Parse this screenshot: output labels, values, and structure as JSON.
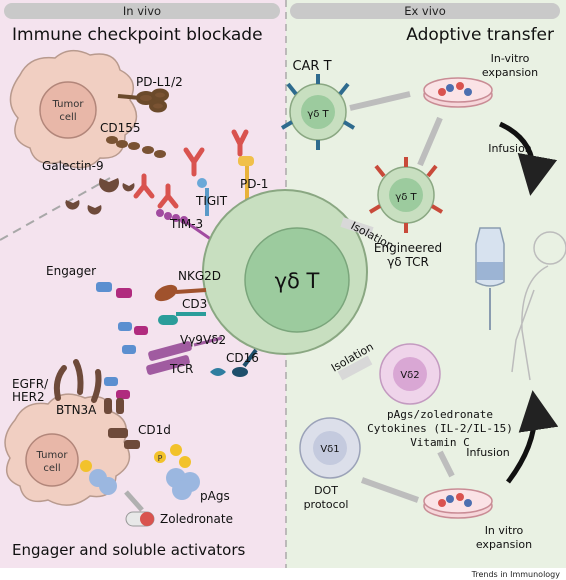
{
  "colors": {
    "invivo_bg": "#f4e3ee",
    "exvivo_bg": "#e9f1e3",
    "header_bg": "#c9c9c9",
    "gd_cell_outer": "#c8dfc0",
    "gd_cell_inner": "#9ccb9e",
    "tumor_cell": "#f1cfc2",
    "arrow_gray": "#bdbdbd"
  },
  "headers": {
    "in_vivo": "In vivo",
    "ex_vivo": "Ex vivo"
  },
  "sections": {
    "icb": "Immune checkpoint blockade",
    "adoptive": "Adoptive transfer",
    "engager": "Engager and soluble activators"
  },
  "central_cell": "γδ T",
  "receptors": {
    "pdl1": "PD-L1/2",
    "cd155": "CD155",
    "galectin9": "Galectin-9",
    "pd1": "PD-1",
    "tigit": "TIGIT",
    "tim3": "TIM-3",
    "nkg2d": "NKG2D",
    "cd3": "CD3",
    "vg9vd2": "Vγ9Vδ2",
    "tcr": "TCR",
    "cd16": "CD16",
    "engager": "Engager",
    "egfr1": "EGFR/",
    "egfr2": "HER2",
    "btn3a": "BTN3A",
    "cd1d": "CD1d"
  },
  "tumor_cell": {
    "line1": "Tumor",
    "line2": "cell"
  },
  "pags": "pAgs",
  "p_letter": "P",
  "zoledronate": "Zoledronate",
  "ex_vivo": {
    "car_t": "CAR T",
    "car_cell": "γδ T",
    "engineered_cell": "γδ T",
    "engineered1": "Engineered",
    "engineered2": "γδ TCR",
    "expansion_top1": "In-vitro",
    "expansion_top2": "expansion",
    "infusion_top": "Infusion",
    "isolation_top": "Isolation",
    "isolation_bottom": "Isolation",
    "vd2": "Vδ2",
    "vd1": "Vδ1",
    "activators1": "pAgs/zoledronate",
    "activators2": "Cytokines (IL-2/IL-15)",
    "activators3": "Vitamin C",
    "dot1": "DOT",
    "dot2": "protocol",
    "expansion_bottom1": "In vitro",
    "expansion_bottom2": "expansion",
    "infusion_bottom": "Infusion"
  },
  "footer": "Trends in Immunology"
}
